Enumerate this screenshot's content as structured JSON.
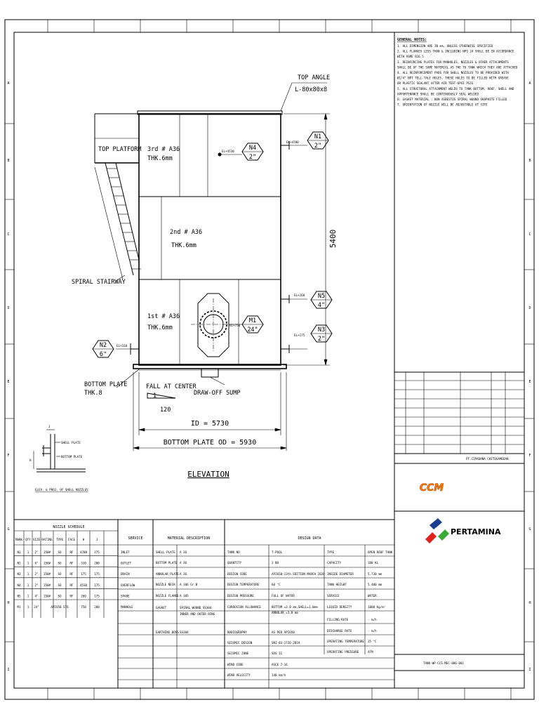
{
  "general_notes": {
    "title": "GENERAL NOTES:",
    "lines": [
      "1. ALL DIMENSION ARE IN mm, UNLESS OTHERWISE SPECIFIED",
      "2. ALL FLANGES LESS THAN & INCLUDING NPS 24 SHALL BE IN ACCORDANCE",
      "    WITH ASME B16.5",
      "3. REINFORCING PLATES FOR MANHOLES, NOZZLES & OTHER ATTACHMENTS",
      "    SHALL BE OF THE SAME MATERIAL AS THE TO TANK WHICH THEY ARE ATTACHED",
      "4. ALL REINFORCEMENT PADS FOR SHELL NOZZLES TO BE PROVIDED WITH",
      "    Ø1/4\" NPT TELL-TALE HOLES. THESE HOLES TO BE FILLED WITH GREASE",
      "    OR PLASTIC SEALANT AFTER AIR TEST-6PSI PSIG",
      "5. ALL STRUCTURAL ATTACHMENT WELDS TO TANK BOTTOM, ROOF, SHELL AND",
      "    APPURTENANCE SHALL BE CONTINUOUSLY SEAL WELDED",
      "6. GASKET MATERIAL : NON ASBESTOS SPIRAL WOUND GRAPHITE FILLED",
      "7. ORIENTATION OF NOZZLE WILL BE ADJUSTABLE AT SITE"
    ]
  },
  "elevation": {
    "title": "ELEVATION",
    "top_angle": "TOP ANGLE",
    "top_angle_size": "L-80x80x8",
    "top_platform": "TOP PLATFORM",
    "spiral_stairway": "SPIRAL STAIRWAY",
    "bottom_plate": "BOTTOM PLATE",
    "bottom_plate_thk": "THK.8",
    "fall_at_center": "FALL AT CENTER",
    "slope_rise": "1",
    "slope_run": "120",
    "draw_off_sump": "DRAW-OFF SUMP",
    "id_dim": "ID = 5730",
    "od_dim": "BOTTOM PLATE OD = 5930",
    "height_dim": "5400",
    "courses": [
      {
        "name": "3rd # A36",
        "thk": "THK.6mm"
      },
      {
        "name": "2nd # A36",
        "thk": "THK.6mm"
      },
      {
        "name": "1st # A36",
        "thk": "THK.6mm"
      }
    ],
    "nozzle_tags": [
      {
        "id": "N1",
        "size": "2\"",
        "el": "EL+4700"
      },
      {
        "id": "N4",
        "size": "2\"",
        "el": "EL+4530"
      },
      {
        "id": "N5",
        "size": "4\"",
        "el": "EL+260"
      },
      {
        "id": "N3",
        "size": "2\"",
        "el": "EL+175"
      },
      {
        "id": "N2",
        "size": "6\"",
        "el": "EL+310"
      },
      {
        "id": "M1",
        "size": "24\"",
        "el": "EL+750"
      }
    ]
  },
  "detail": {
    "dim_j": "J",
    "dim_h": "H",
    "shell_plate": "SHELL PLATE",
    "bottom_plate": "BOTTOM PLATE",
    "caption": "ELEV. & PROJ. OF SHELL NOZZLES"
  },
  "nozzle_schedule": {
    "title": "NOZZLE SCHEDULE",
    "headers": [
      "MARK",
      "QTY",
      "SIZE",
      "RATING",
      "TYPE",
      "FACE",
      "H",
      "J"
    ],
    "service_header": "SERVICE",
    "rows": [
      {
        "cells": [
          "N1",
          "1",
          "2\"",
          "150#",
          "SO",
          "RF",
          "4700",
          "175"
        ],
        "service": "INLET"
      },
      {
        "cells": [
          "N2",
          "1",
          "6\"",
          "150#",
          "SO",
          "RF",
          "310",
          "200"
        ],
        "service": "OUTLET"
      },
      {
        "cells": [
          "N3",
          "1",
          "2\"",
          "150#",
          "SO",
          "RF",
          "175",
          "175"
        ],
        "service": "DRAIN"
      },
      {
        "cells": [
          "N4",
          "1",
          "2\"",
          "150#",
          "SO",
          "RF",
          "4530",
          "175"
        ],
        "service": "OVERFLOW"
      },
      {
        "cells": [
          "N5",
          "1",
          "4\"",
          "150#",
          "SO",
          "RF",
          "260",
          "175"
        ],
        "service": "SPARE"
      },
      {
        "cells": [
          "M1",
          "1",
          "24\"",
          "API650 STD",
          "",
          "",
          "750",
          "200"
        ],
        "service": "MANHOLE"
      }
    ]
  },
  "material": {
    "title": "MATERIAL DESCRIPTION",
    "rows": [
      [
        "SHELL PLATE",
        "A 36"
      ],
      [
        "BOTTOM PLATE",
        "A 36"
      ],
      [
        "ANNULAR PLATE",
        "A 36"
      ],
      [
        "NOZZLE NECK",
        "A 106 Gr.B"
      ],
      [
        "NOZZLE FLANGE",
        "A 105"
      ],
      [
        "GASKET",
        "SPIRAL WOUND SS304",
        "INNER AND OUTER RING"
      ],
      [
        "EARTHING BOSS",
        "SS304"
      ]
    ]
  },
  "design": {
    "title": "DESIGN DATA",
    "left": [
      [
        "TANK NO",
        "T-POOL"
      ],
      [
        "QUANTITY",
        "1 NO"
      ],
      [
        "DESIGN CODE",
        "API650-13th EDITION MARCH 2020"
      ],
      [
        "DESIGN TEMPERATURE",
        "60 °C"
      ],
      [
        "DESIGN PRESSURE",
        "FULL OF WATER"
      ],
      [
        "CORROSION ALLOWANCE",
        "BOTTOM =3.0 mm,SHELL=1.0mm",
        "ANNULAR =3.0 mm"
      ],
      [
        "RADIOGRAPHY",
        "AS PER API650"
      ],
      [
        "SEISMIC DESIGN",
        "SNI-03-1726-2019"
      ],
      [
        "SEISMIC ZONE",
        "SDS II"
      ],
      [
        "WIND CODE",
        "ASCE 7-16"
      ],
      [
        "WIND VELOCITY",
        "140 km/h"
      ]
    ],
    "right": [
      [
        "TYPE",
        "OPEN ROOF TANK"
      ],
      [
        "CAPACITY",
        "100 KL"
      ],
      [
        "INSIDE DIAMETER",
        "5.730 mm"
      ],
      [
        "TANK HEIGHT",
        "5.400 mm"
      ],
      [
        "SERVICE",
        "WATER"
      ],
      [
        "LIQUID DENSITY",
        "1000 Kg/m³"
      ],
      [
        "FILLING RATE",
        "- m/h"
      ],
      [
        "DISCHARGE RATE",
        "- m/h"
      ],
      [
        "OPERATING TEMPERATURE",
        "35 °C"
      ],
      [
        "OPERATING PRESSURE",
        "ATM"
      ]
    ]
  },
  "title_block": {
    "client_ref": "PT.CIPADANA CHITUGAMEDAN",
    "company": "PERTAMINA",
    "logo_text": "CCM",
    "drawing_no": "TANK-WP-CCS-MEC-006-001"
  },
  "border": {
    "rows": [
      "A",
      "B",
      "C",
      "D",
      "E",
      "F",
      "G",
      "H",
      "I"
    ]
  }
}
